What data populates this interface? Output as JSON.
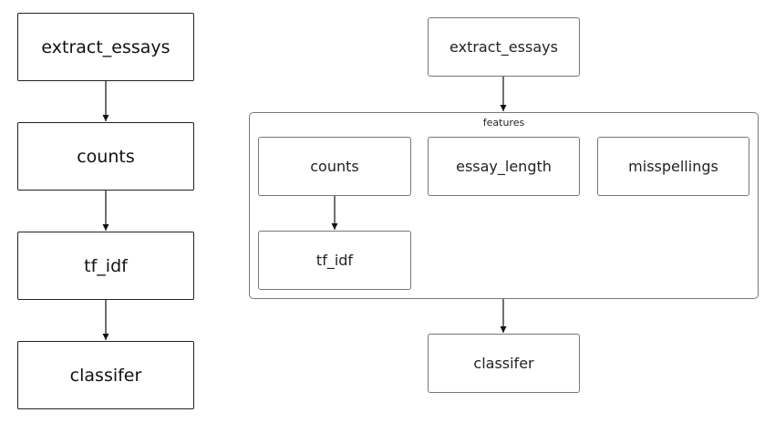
{
  "left_pipeline": {
    "nodes": [
      {
        "id": "extract_essays",
        "label": "extract_essays"
      },
      {
        "id": "counts",
        "label": "counts"
      },
      {
        "id": "tf_idf",
        "label": "tf_idf"
      },
      {
        "id": "classifier",
        "label": "classifer"
      }
    ],
    "edges": [
      [
        "extract_essays",
        "counts"
      ],
      [
        "counts",
        "tf_idf"
      ],
      [
        "tf_idf",
        "classifier"
      ]
    ]
  },
  "right_pipeline": {
    "top": {
      "id": "extract_essays",
      "label": "extract_essays"
    },
    "group": {
      "label": "features",
      "nodes": [
        {
          "id": "counts",
          "label": "counts"
        },
        {
          "id": "essay_length",
          "label": "essay_length"
        },
        {
          "id": "misspellings",
          "label": "misspellings"
        },
        {
          "id": "tf_idf",
          "label": "tf_idf"
        }
      ]
    },
    "bottom": {
      "id": "classifier",
      "label": "classifer"
    },
    "edges": [
      [
        "extract_essays",
        "features"
      ],
      [
        "counts",
        "tf_idf"
      ],
      [
        "features",
        "classifier"
      ]
    ]
  },
  "colors": {
    "left_border": "#222222",
    "right_border": "#777777",
    "edge": "#111111"
  }
}
